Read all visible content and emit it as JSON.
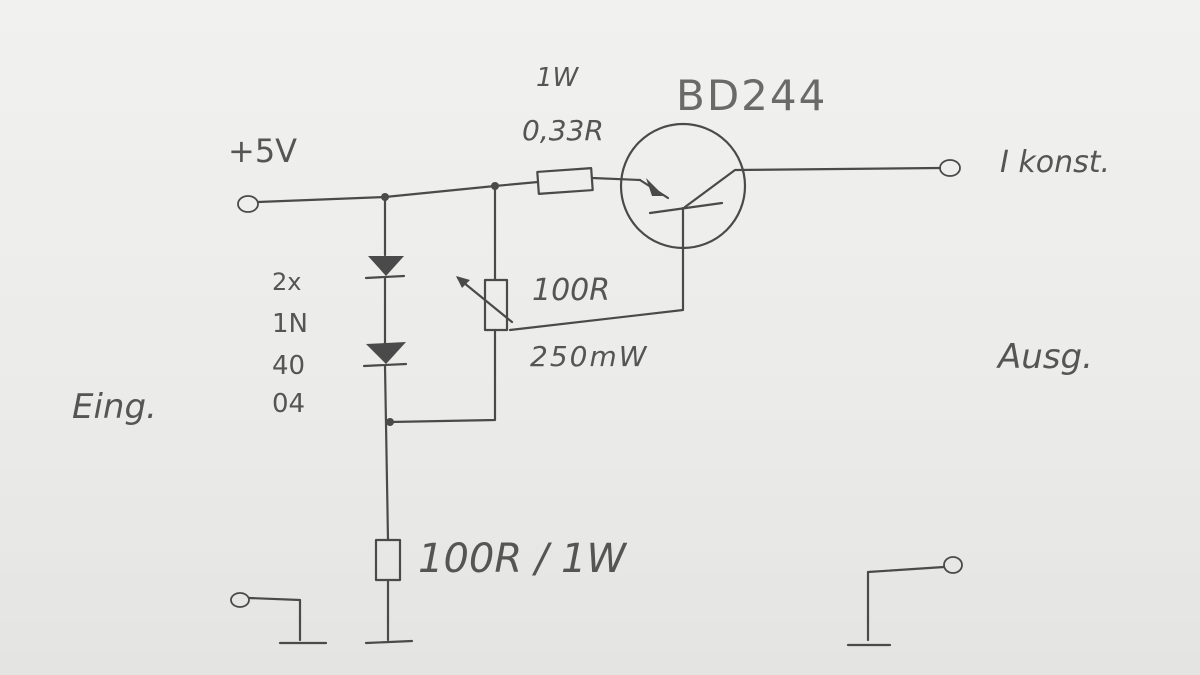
{
  "labels": {
    "supply": "+5V",
    "input": "Eing.",
    "output_current": "I konst.",
    "output": "Ausg.",
    "transistor": "BD244",
    "sense_power": "1W",
    "sense_value": "0,33R",
    "pot_value": "100R",
    "pot_power": "250mW",
    "diode_count": "2x",
    "diode_type_1": "1N",
    "diode_type_2": "40",
    "diode_type_3": "04",
    "bias_resistor": "100R / 1W"
  },
  "colors": {
    "ink": "#4a4a4a",
    "paper": "#ececea"
  }
}
